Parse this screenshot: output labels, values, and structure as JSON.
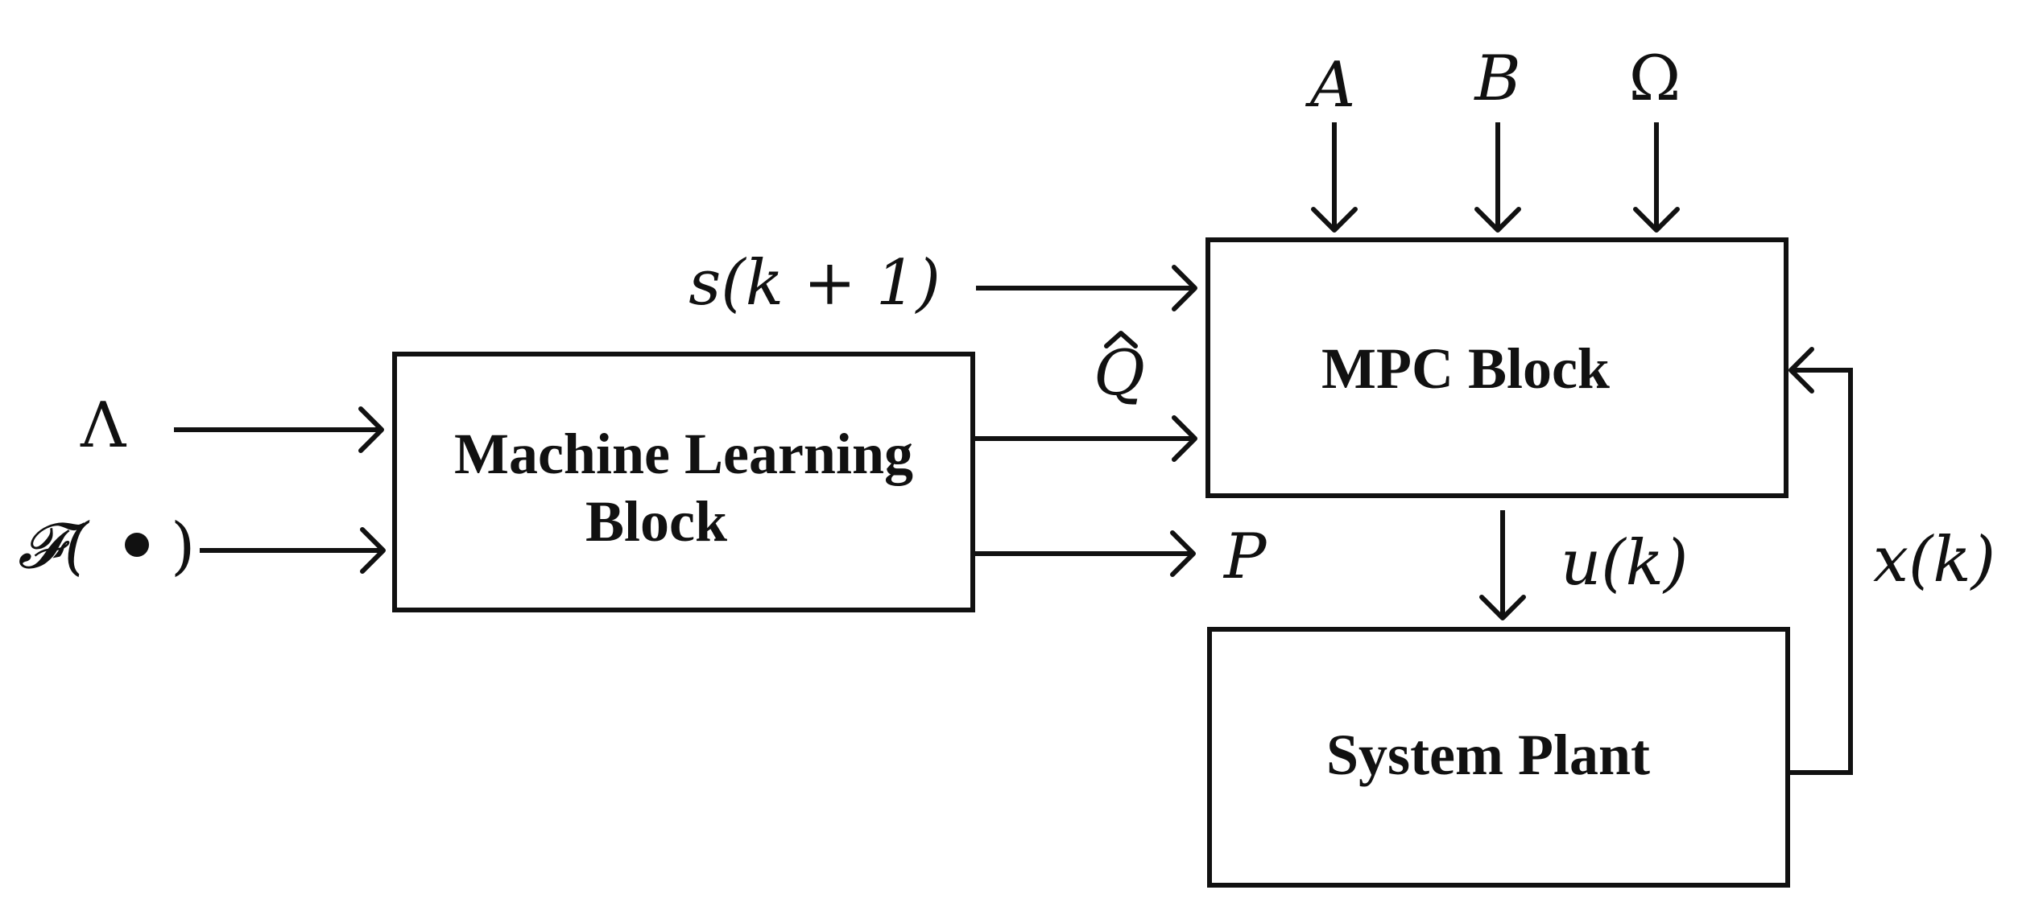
{
  "blocks": {
    "ml_line1": "Machine Learning",
    "ml_line2": "Block",
    "mpc": "MPC Block",
    "plant": "System Plant"
  },
  "labels": {
    "lambda": "Λ",
    "f_func": "𝓕(",
    "f_close": ")",
    "s_next": "s(k + 1)",
    "q_hat": "Q",
    "p": "P",
    "a": "A",
    "b": "B",
    "omega": "Ω",
    "u": "u(k)",
    "x": "x(k)"
  }
}
